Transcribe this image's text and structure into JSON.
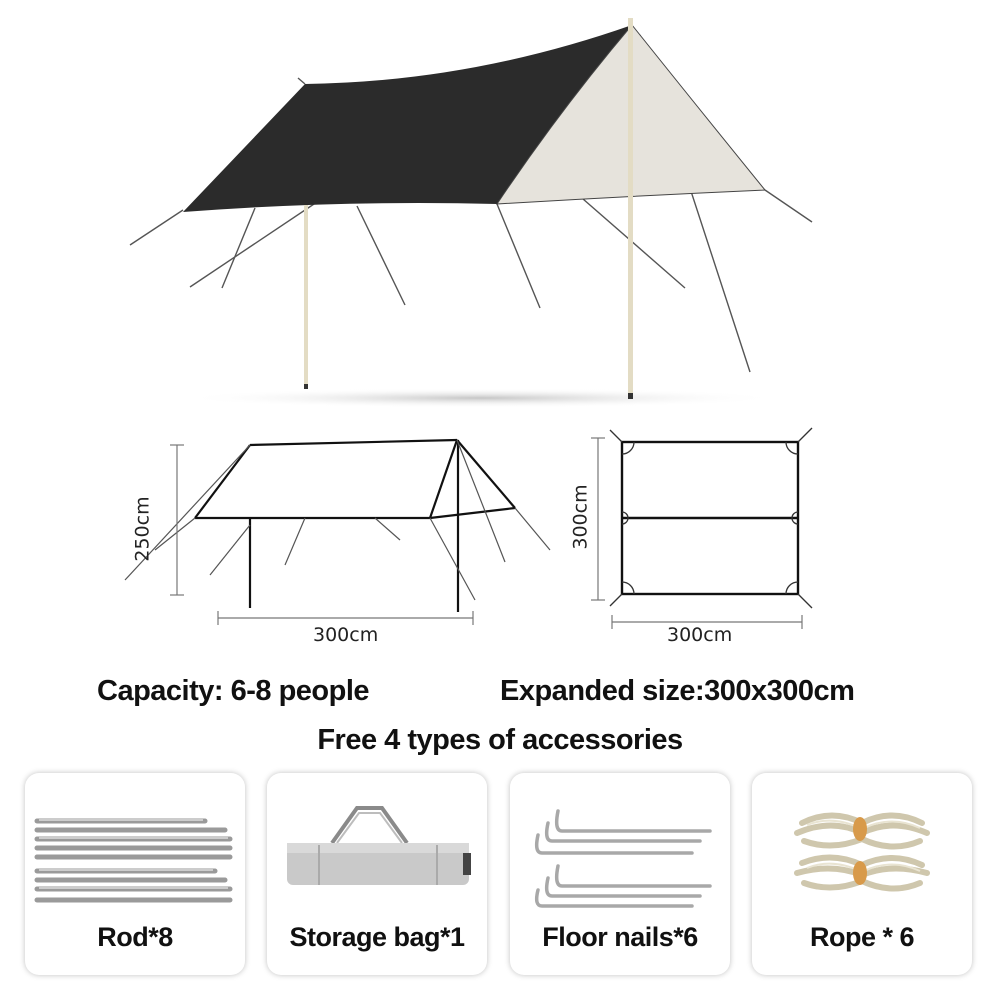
{
  "diagram": {
    "side_height_label": "250cm",
    "side_width_label": "300cm",
    "top_height_label": "300cm",
    "top_width_label": "300cm"
  },
  "specs": {
    "capacity": "Capacity: 6-8 people",
    "expanded_size": "Expanded size:300x300cm",
    "accessories_heading": "Free 4 types of accessories"
  },
  "accessories": [
    {
      "label": "Rod*8",
      "icon": "rod-icon"
    },
    {
      "label": "Storage bag*1",
      "icon": "storage-bag-icon"
    },
    {
      "label": "Floor nails*6",
      "icon": "floor-nail-icon"
    },
    {
      "label": "Rope * 6",
      "icon": "rope-icon"
    }
  ],
  "colors": {
    "tarp_dark": "#2b2b2b",
    "tarp_light": "#e6e3dc",
    "pole": "#e3dcc4"
  }
}
